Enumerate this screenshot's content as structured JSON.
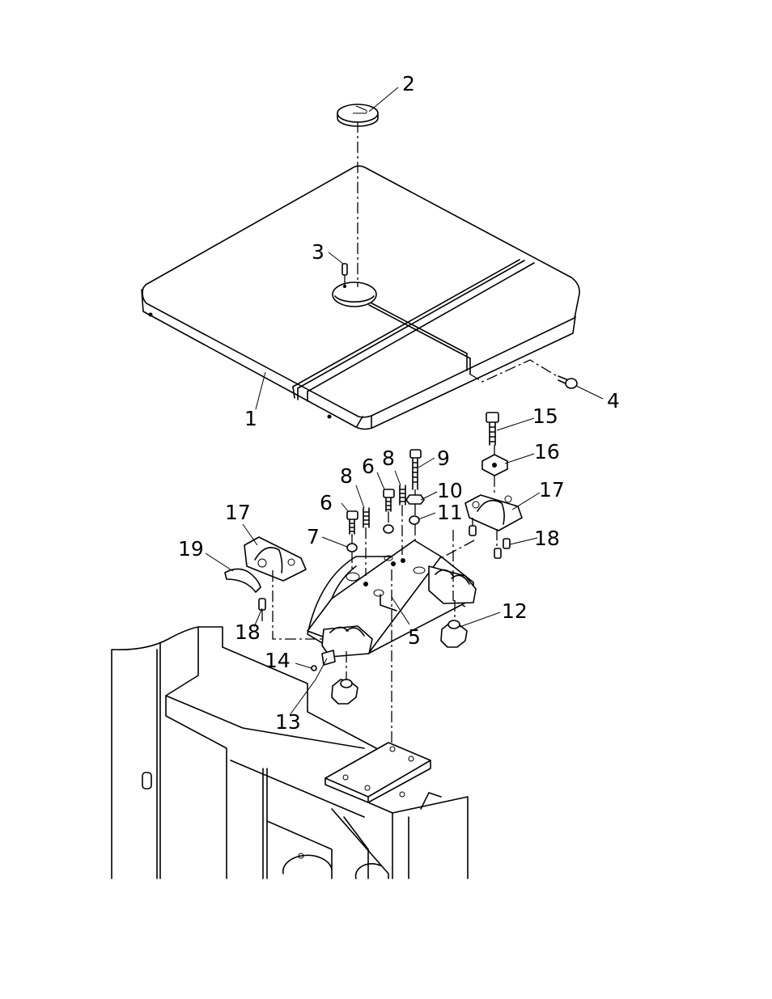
{
  "diagram": {
    "labels": [
      {
        "id": "1",
        "text": "1"
      },
      {
        "id": "2",
        "text": "2"
      },
      {
        "id": "3",
        "text": "3"
      },
      {
        "id": "4",
        "text": "4"
      },
      {
        "id": "5",
        "text": "5"
      },
      {
        "id": "6a",
        "text": "6"
      },
      {
        "id": "6b",
        "text": "6"
      },
      {
        "id": "7",
        "text": "7"
      },
      {
        "id": "8a",
        "text": "8"
      },
      {
        "id": "8b",
        "text": "8"
      },
      {
        "id": "9",
        "text": "9"
      },
      {
        "id": "10",
        "text": "10"
      },
      {
        "id": "11",
        "text": "11"
      },
      {
        "id": "12",
        "text": "12"
      },
      {
        "id": "13",
        "text": "13"
      },
      {
        "id": "14",
        "text": "14"
      },
      {
        "id": "15",
        "text": "15"
      },
      {
        "id": "16",
        "text": "16"
      },
      {
        "id": "17a",
        "text": "17"
      },
      {
        "id": "17b",
        "text": "17"
      },
      {
        "id": "18a",
        "text": "18"
      },
      {
        "id": "18b",
        "text": "18"
      },
      {
        "id": "19",
        "text": "19"
      }
    ]
  }
}
